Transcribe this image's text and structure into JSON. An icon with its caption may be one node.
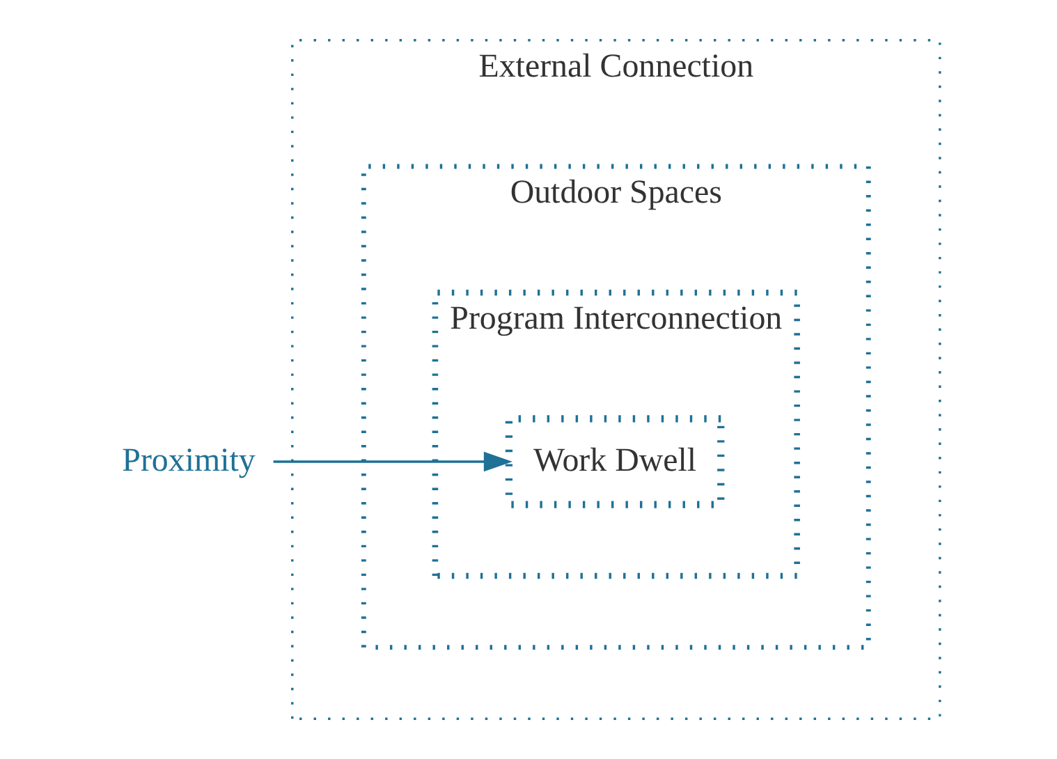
{
  "diagram": {
    "nodes": [
      {
        "text": [
          "External Connection"
        ]
      },
      {
        "text": [
          "Outdoor Spaces"
        ],
        "in": 0
      },
      {
        "text": [
          "Program Interconnection"
        ],
        "in": 1
      },
      {
        "text": [
          "Work Dwell"
        ],
        "in": 2
      },
      {
        "text": [
          "Proximity"
        ]
      }
    ],
    "edges": [
      {
        "from": 4,
        "to": 3,
        "arrow": "to",
        "color": "#1f7196"
      }
    ]
  }
}
